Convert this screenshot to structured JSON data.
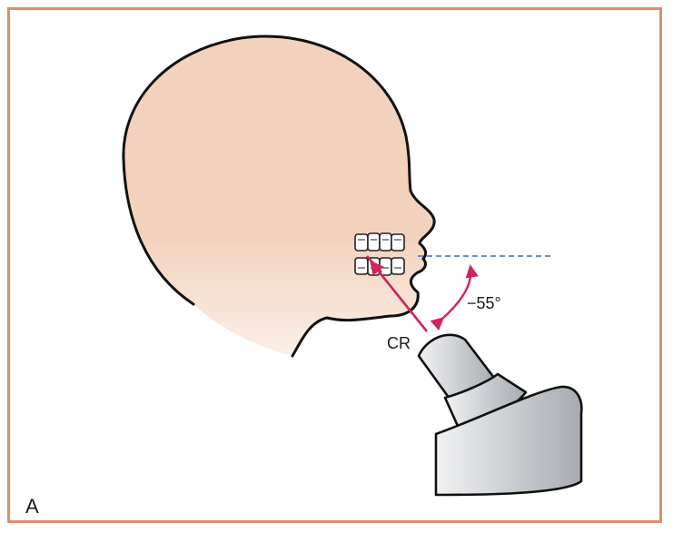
{
  "figure": {
    "panel_label": "A",
    "angle_label": "−55°",
    "beam_label": "CR"
  },
  "colors": {
    "frame": "#d9906a",
    "skin": "#f2d2bc",
    "arrow": "#d0245a",
    "reference_line": "#5b7fb8",
    "tube_light": "#e4e6e8",
    "tube_dark": "#a9adb2"
  }
}
